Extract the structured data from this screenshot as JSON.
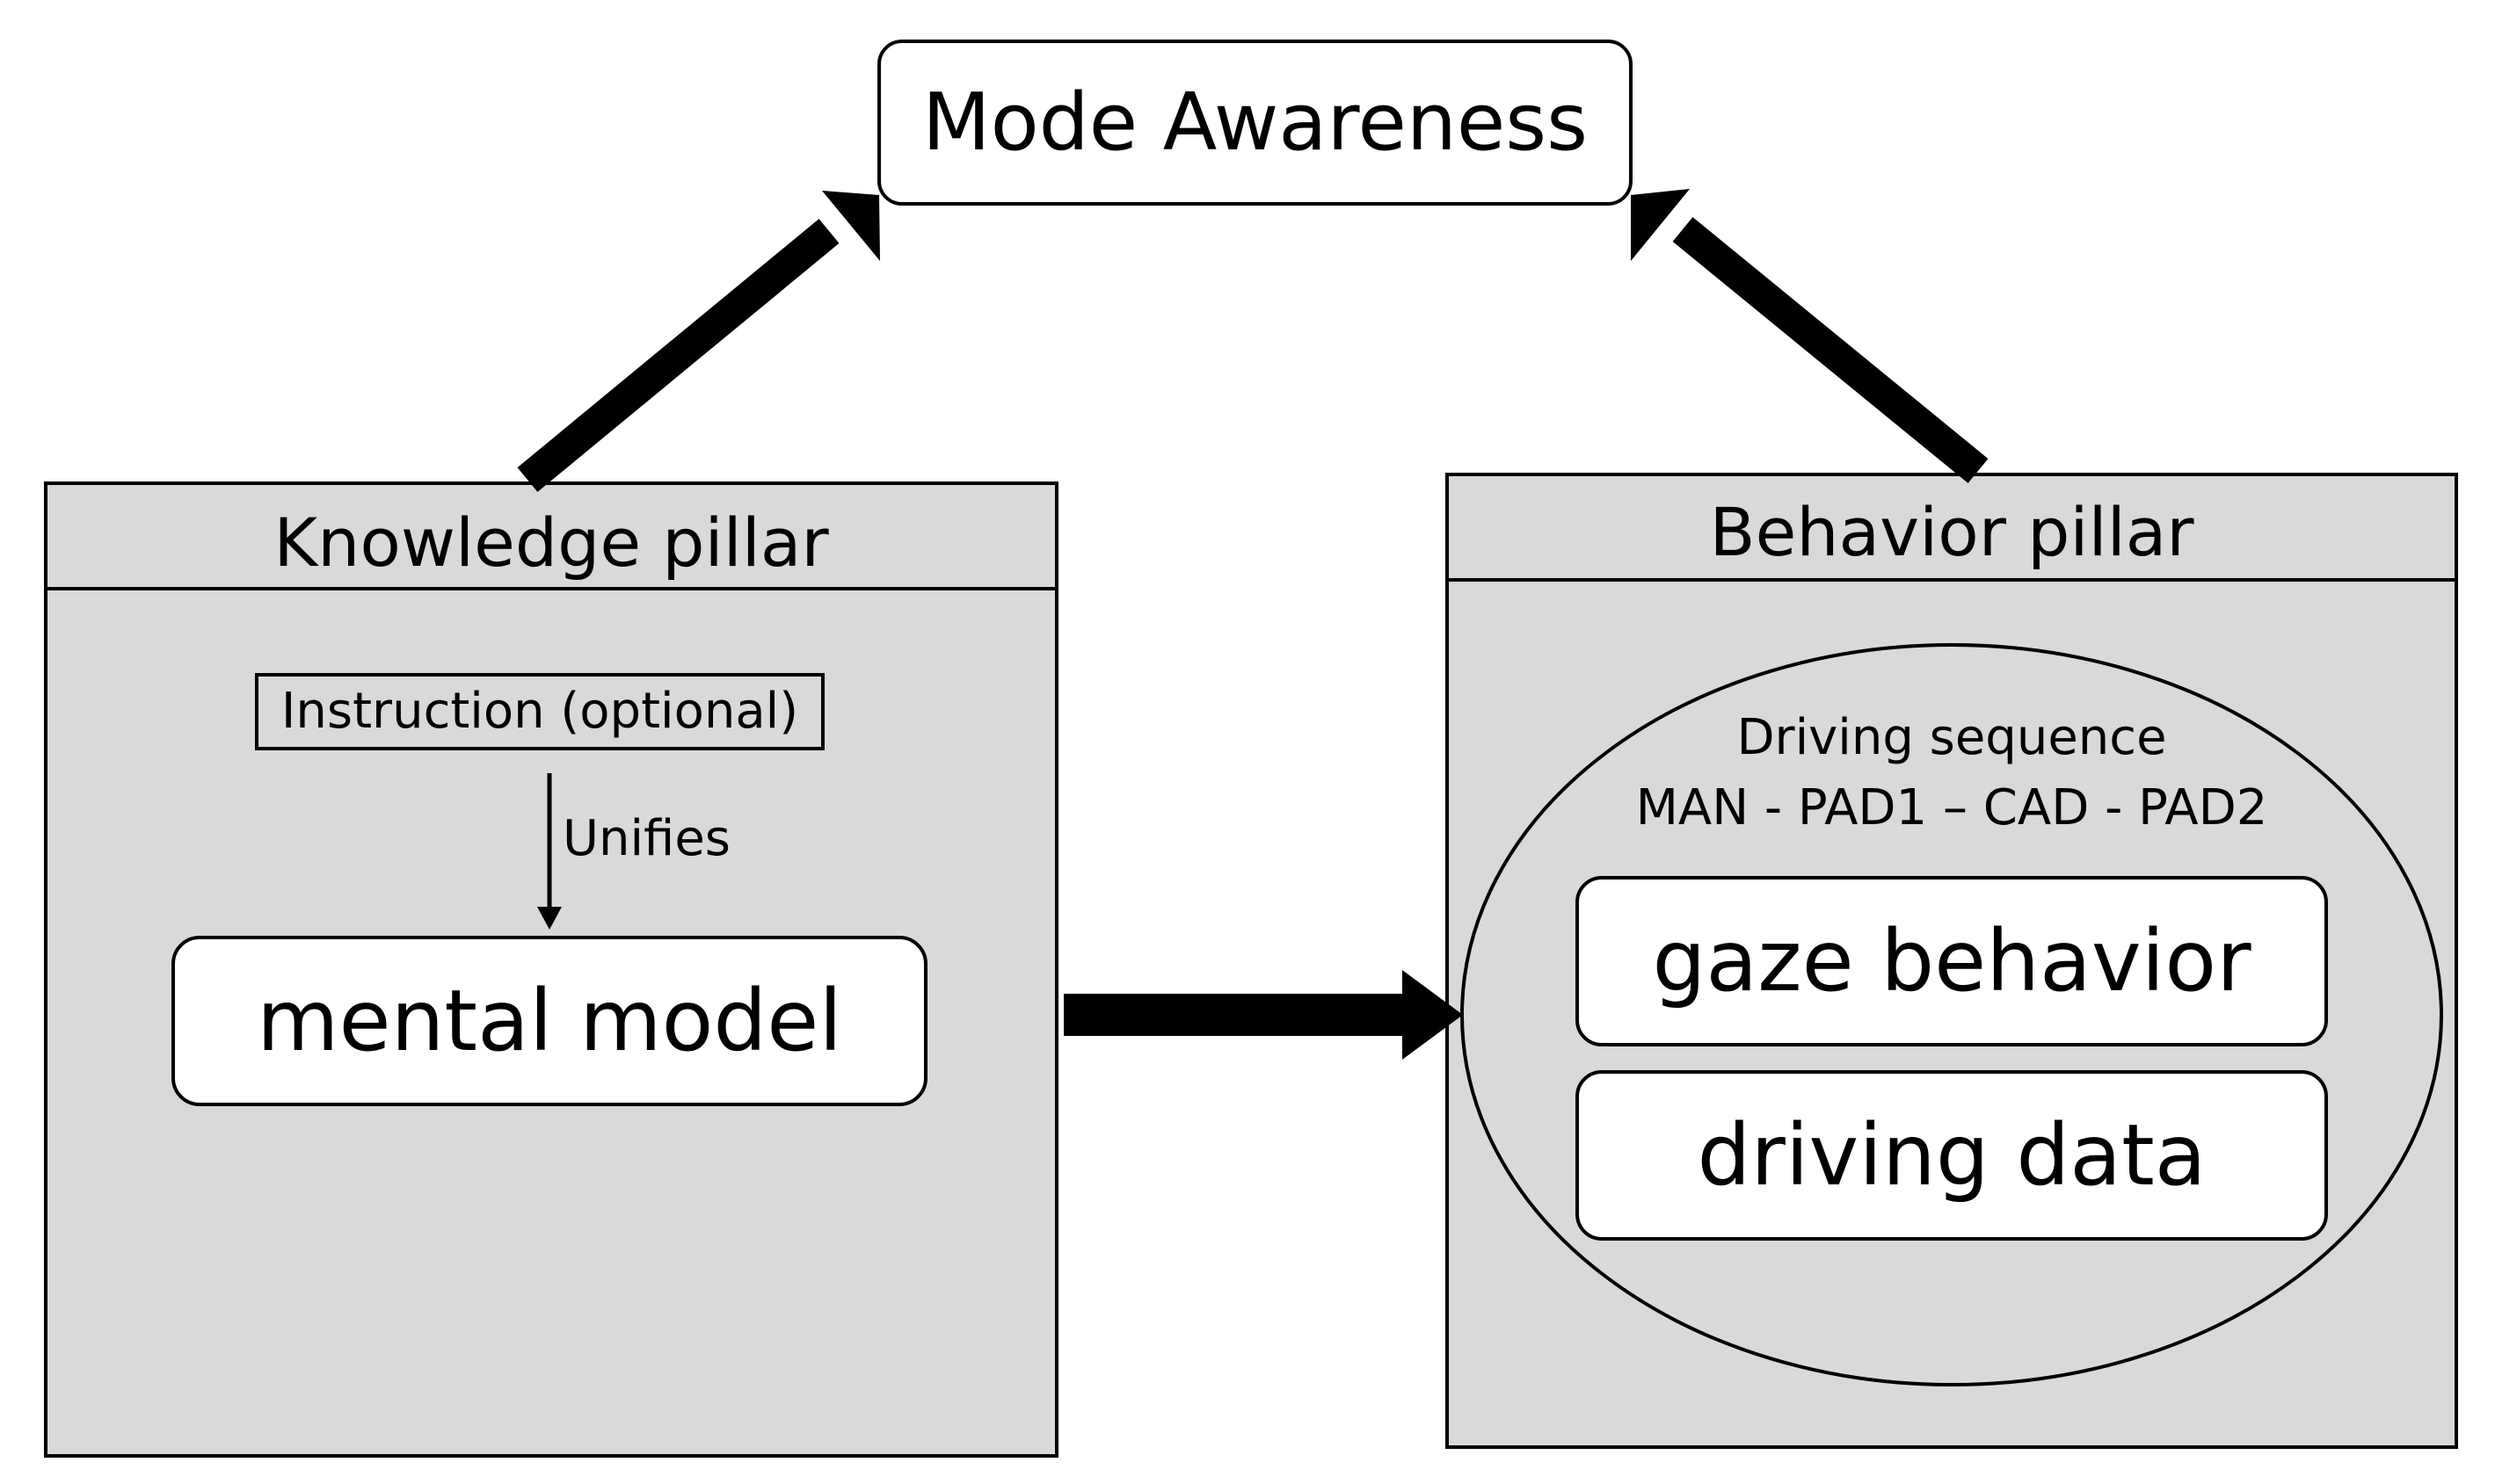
{
  "diagram": {
    "top_node": "Mode Awareness",
    "knowledge_pillar": {
      "title": "Knowledge pillar",
      "instruction": "Instruction (optional)",
      "edge_label": "Unifies",
      "model": "mental model"
    },
    "behavior_pillar": {
      "title": "Behavior pillar",
      "sequence_title": "Driving sequence",
      "sequence": "MAN - PAD1 – CAD - PAD2",
      "items": [
        "gaze behavior",
        "driving data"
      ]
    }
  },
  "colors": {
    "panel_fill": "#d9d9d9",
    "stroke": "#000000",
    "box_fill": "#ffffff"
  }
}
